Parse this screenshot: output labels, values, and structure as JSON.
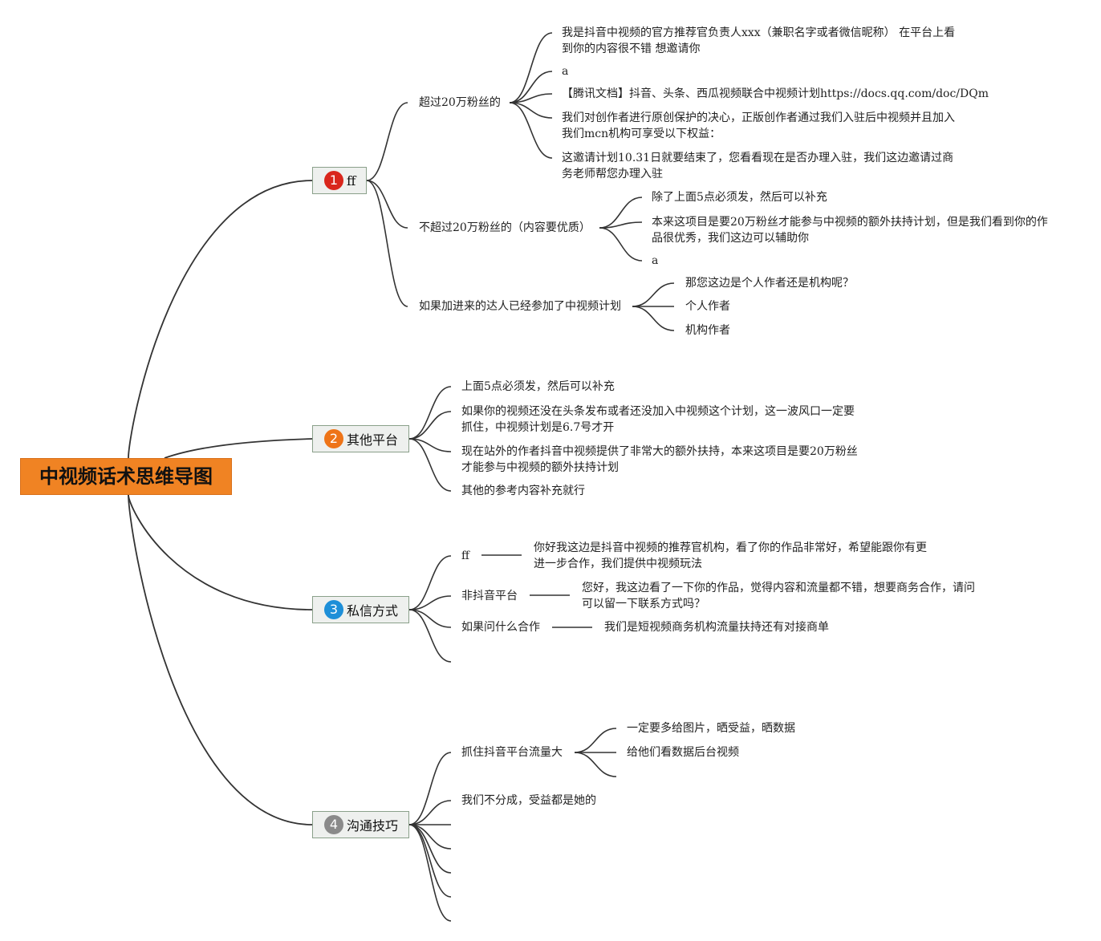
{
  "root": {
    "title": "中视频话术思维导图",
    "color": "#f08323"
  },
  "branches": [
    {
      "number": "1",
      "badge_color": "#d9261c",
      "label": "ff",
      "children": [
        {
          "label": "超过20万粉丝的",
          "children": [
            "我是抖音中视频的官方推荐官负责人xxx（兼职名字或者微信昵称） 在平台上看到你的内容很不错 想邀请你",
            "a",
            "【腾讯文档】抖音、头条、西瓜视频联合中视频计划https://docs.qq.com/doc/DQm",
            "我们对创作者进行原创保护的决心，正版创作者通过我们入驻后中视频并且加入我们mcn机构可享受以下权益：",
            "这邀请计划10.31日就要结束了，您看看现在是否办理入驻，我们这边邀请过商务老师帮您办理入驻"
          ]
        },
        {
          "label": "不超过20万粉丝的（内容要优质）",
          "children": [
            "除了上面5点必须发，然后可以补充",
            "本来这项目是要20万粉丝才能参与中视频的额外扶持计划，但是我们看到你的作品很优秀，我们这边可以辅助你",
            "a"
          ]
        },
        {
          "label": "如果加进来的达人已经参加了中视频计划",
          "children": [
            "那您这边是个人作者还是机构呢？",
            "个人作者",
            "机构作者"
          ]
        }
      ]
    },
    {
      "number": "2",
      "badge_color": "#ee7418",
      "label": "其他平台",
      "children": [
        "上面5点必须发，然后可以补充",
        "如果你的视频还没在头条发布或者还没加入中视频这个计划，这一波风口一定要抓住，中视频计划是6.7号才开",
        "现在站外的作者抖音中视频提供了非常大的额外扶持，本来这项目是要20万粉丝才能参与中视频的额外扶持计划",
        "其他的参考内容补充就行"
      ]
    },
    {
      "number": "3",
      "badge_color": "#1e8fd8",
      "label": "私信方式",
      "children": [
        {
          "label": "ff",
          "reply": "你好我这边是抖音中视频的推荐官机构，看了你的作品非常好，希望能跟你有更进一步合作，我们提供中视频玩法"
        },
        {
          "label": "非抖音平台",
          "reply": "您好，我这边看了一下你的作品，觉得内容和流量都不错，想要商务合作，请问可以留一下联系方式吗？"
        },
        {
          "label": "如果问什么合作",
          "reply": "我们是短视频商务机构流量扶持还有对接商单"
        }
      ]
    },
    {
      "number": "4",
      "badge_color": "#8a8a8a",
      "label": "沟通技巧",
      "children": [
        {
          "label": "抓住抖音平台流量大",
          "children": [
            "一定要多给图片，晒受益，晒数据",
            "给他们看数据后台视频"
          ]
        },
        {
          "label": "我们不分成，受益都是她的"
        }
      ]
    }
  ],
  "link_color": "#333333"
}
